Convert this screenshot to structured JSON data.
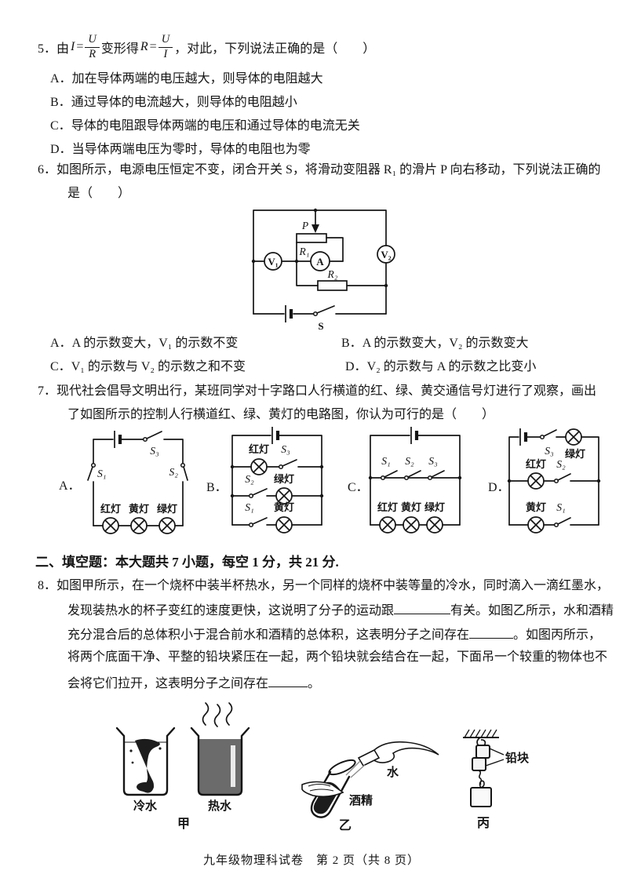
{
  "q5": {
    "number": "5．",
    "stem": {
      "pre": "由",
      "v1": "I",
      "eq1": "=",
      "n1": "U",
      "d1": "R",
      "mid": "变形得",
      "v2": "R",
      "eq2": "=",
      "n2": "U",
      "d2": "I",
      "post": "，对此，下列说法正确的是（　　）"
    },
    "options": [
      {
        "label": "A．",
        "text": "加在导体两端的电压越大，则导体的电阻越大"
      },
      {
        "label": "B．",
        "text": "通过导体的电流越大，则导体的电阻越小"
      },
      {
        "label": "C．",
        "text": "导体的电阻跟导体两端的电压和通过导体的电流无关"
      },
      {
        "label": "D．",
        "text": "当导体两端电压为零时，导体的电阻也为零"
      }
    ]
  },
  "q6": {
    "number": "6．",
    "stem_line1": "如图所示，电源电压恒定不变，闭合开关 S，将滑动变阻器 R₁ 的滑片 P 向右移动，下列说法正确的",
    "stem_line2": "是（　　）",
    "circuit": {
      "p": "P",
      "r1": "R₁",
      "r2": "R₂",
      "v1": "V₁",
      "v2": "V₂",
      "a": "A",
      "s": "S"
    },
    "options": [
      {
        "label": "A．",
        "text": "A 的示数变大，V₁ 的示数不变"
      },
      {
        "label": "B．",
        "text": "A 的示数变大，V₂ 的示数变大"
      },
      {
        "label": "C．",
        "text": "V₁ 的示数与 V₂ 的示数之和不变"
      },
      {
        "label": "D．",
        "text": "V₂ 的示数与 A 的示数之比变小"
      }
    ]
  },
  "q7": {
    "number": "7．",
    "stem_line1": "现代社会倡导文明出行，某班同学对十字路口人行横道的红、绿、黄交通信号灯进行了观察，画出",
    "stem_line2": "了如图所示的控制人行横道红、绿、黄灯的电路图，你认为可行的是（　　）",
    "circuits": [
      {
        "label": "A．",
        "s1": "S₁",
        "s2": "S₂",
        "s3": "S₃",
        "red": "红灯",
        "yellow": "黄灯",
        "green": "绿灯"
      },
      {
        "label": "B．",
        "s1": "S₁",
        "s2": "S₂",
        "s3": "S₃",
        "red": "红灯",
        "yellow": "黄灯",
        "green": "绿灯"
      },
      {
        "label": "C．",
        "s1": "S₁",
        "s2": "S₂",
        "s3": "S₃",
        "red": "红灯",
        "yellow": "黄灯",
        "green": "绿灯"
      },
      {
        "label": "D．",
        "s1": "S₁",
        "s2": "S₂",
        "s3": "S₃",
        "red": "红灯",
        "yellow": "黄灯",
        "green": "绿灯"
      }
    ]
  },
  "section2": {
    "title": "二、填空题：本大题共 7 小题，每空 1 分，共 21 分."
  },
  "q8": {
    "number": "8．",
    "line1": "如图甲所示，在一个烧杯中装半杯热水，另一个同样的烧杯中装等量的冷水，同时滴入一滴红墨水，",
    "line2a": "发现装热水的杯子变红的速度更快，这说明了分子的运动跟",
    "line2b": "有关。如图乙所示，水和酒精",
    "line3a": "充分混合后的总体积小于混合前水和酒精的总体积，这表明分子之间存在",
    "line3b": "。如图丙所示，",
    "line4": "将两个底面干净、平整的铅块紧压在一起，两个铅块就会结合在一起，下面吊一个较重的物体也不",
    "line5a": "会将它们拉开，这表明分子之间存在",
    "line5b": "。",
    "figures": {
      "jia": {
        "cold": "冷水",
        "hot": "热水",
        "caption": "甲"
      },
      "yi": {
        "water": "水",
        "alcohol": "酒精",
        "caption": "乙"
      },
      "bing": {
        "lead": "铅块",
        "caption": "丙"
      }
    }
  },
  "footer": "九年级物理科试卷　第 2 页（共 8 页）"
}
